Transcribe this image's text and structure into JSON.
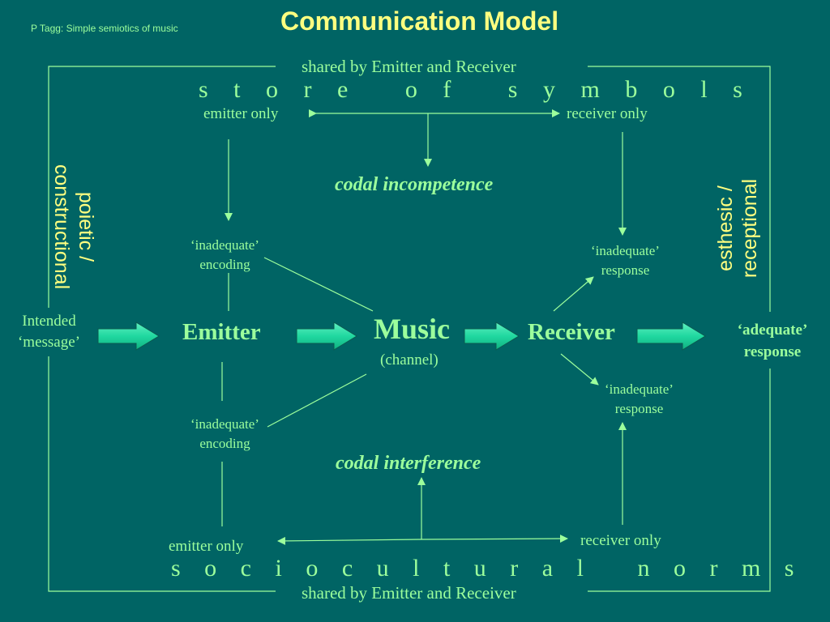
{
  "credit": "P Tagg: Simple semiotics of music",
  "title": "Communication Model",
  "top": {
    "shared": "shared by Emitter and Receiver",
    "store": "s t o r e   o f   s y m b o l s",
    "emitter_only": "emitter only",
    "receiver_only": "receiver only",
    "codal_incompetence": "codal incompetence"
  },
  "bottom": {
    "shared": "shared by Emitter and Receiver",
    "norms": "s o c i o c u l t u r a l   n o r m s",
    "emitter_only": "emitter only",
    "receiver_only": "receiver only",
    "codal_interference": "codal interference"
  },
  "side": {
    "left_line1": "poietic /",
    "left_line2": "constructional",
    "right_line1": "esthesic /",
    "right_line2": "receptional"
  },
  "flow": {
    "intended_line1": "Intended",
    "intended_line2": "‘message’",
    "emitter": "Emitter",
    "music": "Music",
    "channel": "(channel)",
    "receiver": "Receiver",
    "adequate_line1": "‘adequate’",
    "adequate_line2": "response"
  },
  "annotations": {
    "enc_top_1": "‘inadequate’",
    "enc_top_2": "encoding",
    "enc_bot_1": "‘inadequate’",
    "enc_bot_2": "encoding",
    "resp_top_1": "‘inadequate’",
    "resp_top_2": "response",
    "resp_bot_1": "‘inadequate’",
    "resp_bot_2": "response"
  },
  "colors": {
    "background": "#006464",
    "title": "#ffff80",
    "text": "#9cff9c",
    "line": "#9cff9c",
    "arrow_fill": "#20d8a0"
  }
}
